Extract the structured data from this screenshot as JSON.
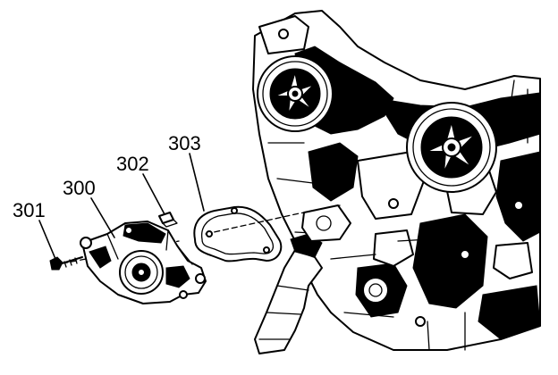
{
  "callouts": {
    "c301": "301",
    "c300": "300",
    "c302": "302",
    "c303": "303"
  },
  "icons": {
    "engine": "engine-block-illustration",
    "water_pump": "water-pump-illustration",
    "gasket": "gasket-illustration",
    "bolt": "bolt-illustration",
    "dowel": "dowel-pin-illustration",
    "oil_filter": "oil-filter-illustration"
  }
}
